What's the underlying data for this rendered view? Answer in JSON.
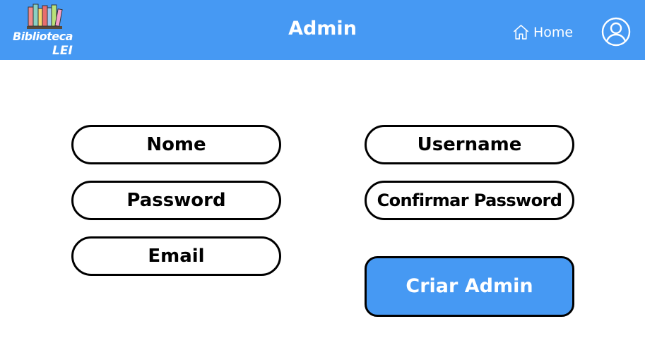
{
  "header": {
    "logo_line1": "Biblioteca",
    "logo_line2": "LEI",
    "title": "Admin",
    "home_label": "Home",
    "home_icon": "home-icon",
    "profile_icon": "user-icon",
    "bar_color": "#4699f3"
  },
  "form": {
    "nome_label": "Nome",
    "username_label": "Username",
    "password_label": "Password",
    "confirm_password_label": "Confirmar Password",
    "email_label": "Email",
    "submit_label": "Criar Admin"
  }
}
